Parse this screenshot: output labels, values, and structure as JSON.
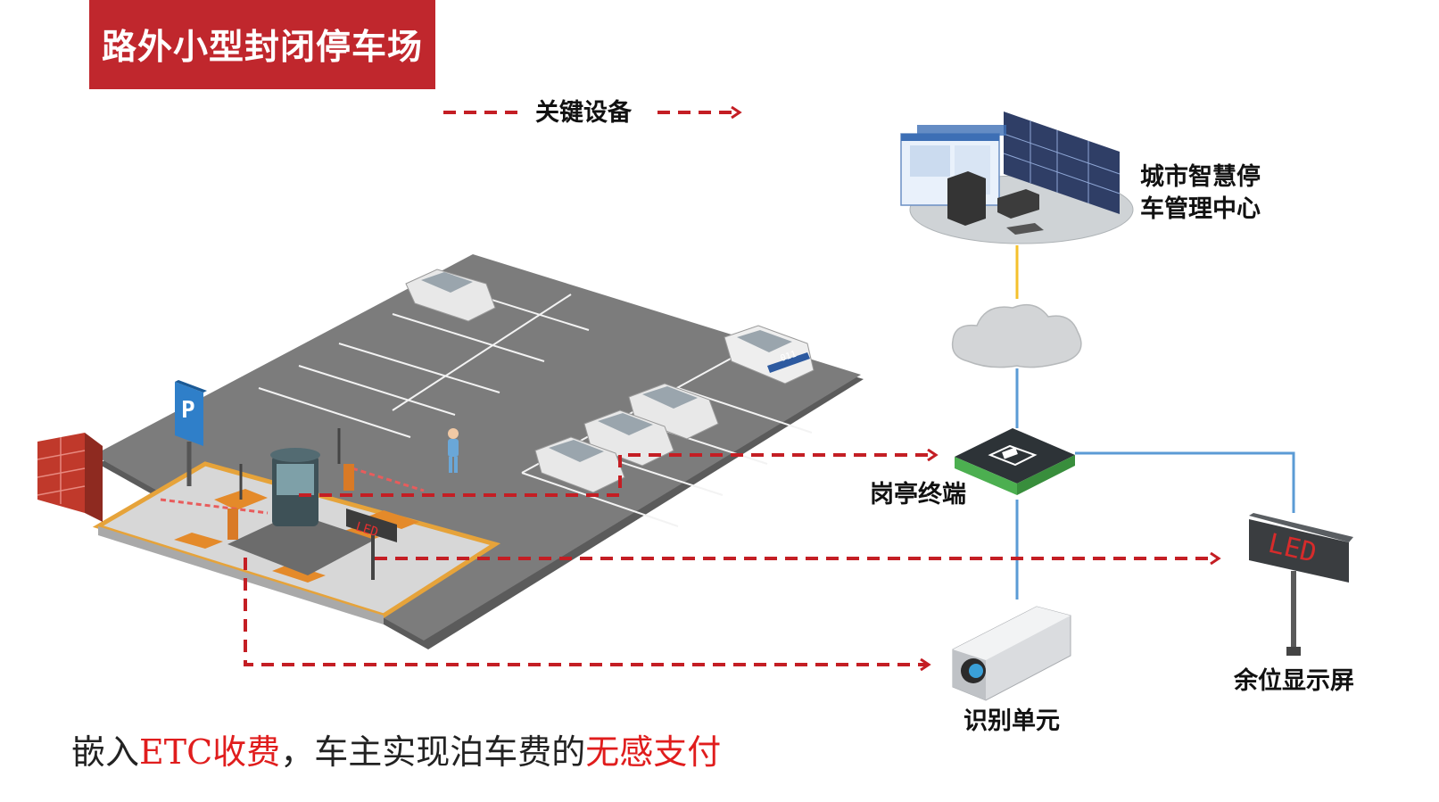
{
  "title": "路外小型封闭停车场",
  "legend": {
    "label": "关键设备",
    "line_color": "#c41e24"
  },
  "nodes": {
    "center": {
      "label_line1": "城市智慧停",
      "label_line2": "车管理中心"
    },
    "booth": {
      "label": "岗亭终端"
    },
    "display": {
      "label": "余位显示屏",
      "screen_text": "LED"
    },
    "camera": {
      "label": "识别单元"
    }
  },
  "scene": {
    "parking_sign": "P",
    "booth_led_text": "LED",
    "police_car_number": "011"
  },
  "caption": {
    "part1": "嵌入",
    "part2": "ETC收费",
    "part3": "，车主实现泊车费的",
    "part4": "无感支付"
  },
  "colors": {
    "title_bg": "#c0272d",
    "accent_red": "#e01d1d",
    "link_yellow": "#f5c12c",
    "link_blue": "#5b9bd5"
  }
}
